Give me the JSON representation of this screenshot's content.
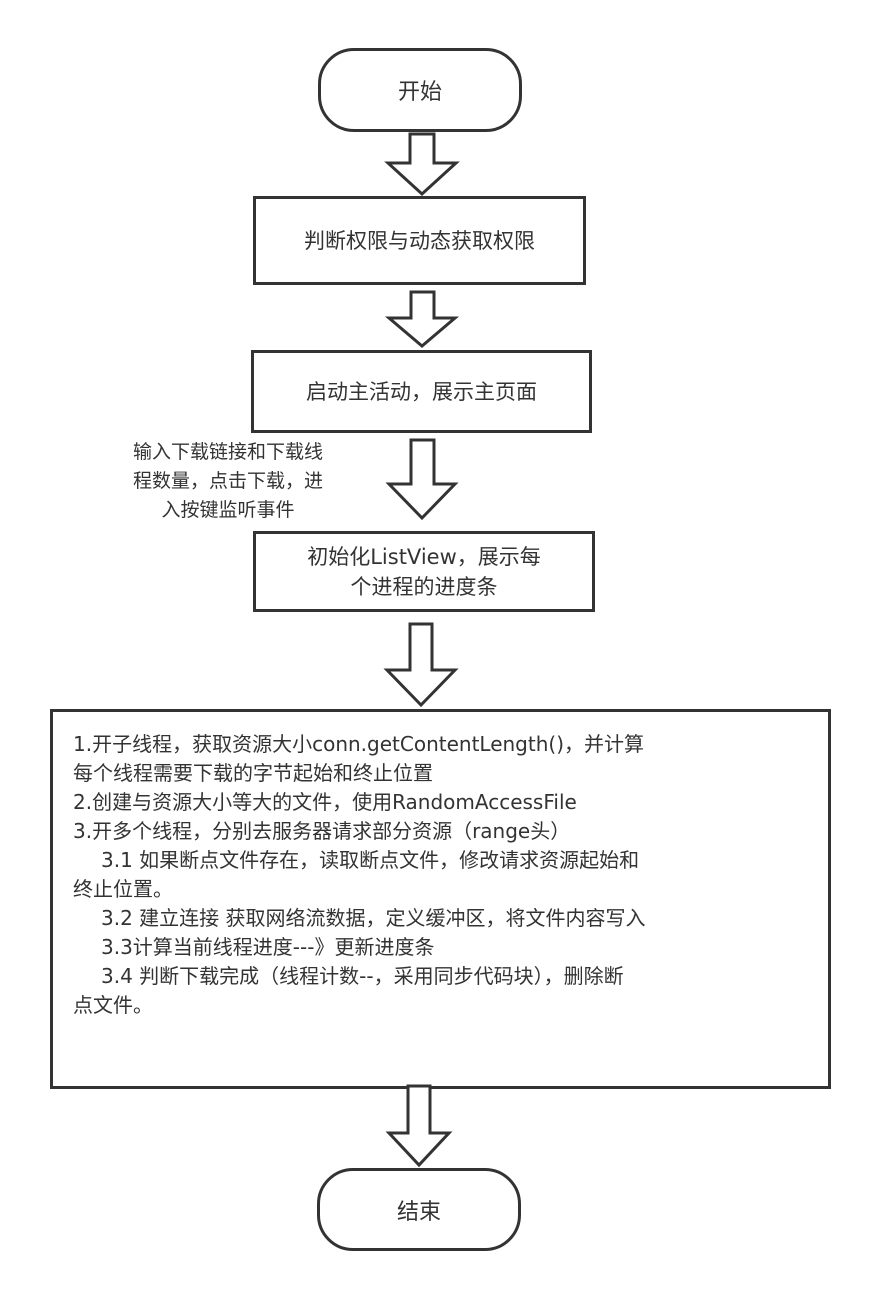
{
  "diagram": {
    "type": "flowchart",
    "stroke_color": "#333333",
    "fill_color": "#ffffff",
    "text_color": "#333333",
    "nodes": {
      "start": {
        "shape": "terminator",
        "label": "开始"
      },
      "permission": {
        "shape": "process",
        "label": "判断权限与动态获取权限"
      },
      "main_activity": {
        "shape": "process",
        "label": "启动主活动，展示主页面"
      },
      "init_listview": {
        "shape": "process",
        "lines": [
          "初始化ListView，展示每",
          "个进程的进度条"
        ]
      },
      "download_logic": {
        "shape": "process",
        "lines": [
          "1.开子线程，获取资源大小conn.getContentLength()，并计算",
          "每个线程需要下载的字节起始和终止位置",
          "2.创建与资源大小等大的文件，使用RandomAccessFile",
          "3.开多个线程，分别去服务器请求部分资源（range头）",
          "3.1 如果断点文件存在，读取断点文件，修改请求资源起始和",
          "终止位置。",
          "3.2 建立连接 获取网络流数据，定义缓冲区，将文件内容写入",
          "3.3计算当前线程进度---》更新进度条",
          "3.4 判断下载完成（线程计数--，采用同步代码块），删除断",
          "点文件。"
        ]
      },
      "end": {
        "shape": "terminator",
        "label": "结束"
      }
    },
    "annotations": {
      "input_note": {
        "lines": [
          "输入下载链接和下载线",
          "程数量，点击下载，进",
          "入按键监听事件"
        ]
      }
    },
    "edges": [
      {
        "from": "start",
        "to": "permission",
        "style": "hollow-block-arrow"
      },
      {
        "from": "permission",
        "to": "main_activity",
        "style": "hollow-block-arrow"
      },
      {
        "from": "main_activity",
        "to": "init_listview",
        "style": "hollow-block-arrow",
        "label_ref": "input_note"
      },
      {
        "from": "init_listview",
        "to": "download_logic",
        "style": "hollow-block-arrow"
      },
      {
        "from": "download_logic",
        "to": "end",
        "style": "hollow-block-arrow"
      }
    ]
  }
}
